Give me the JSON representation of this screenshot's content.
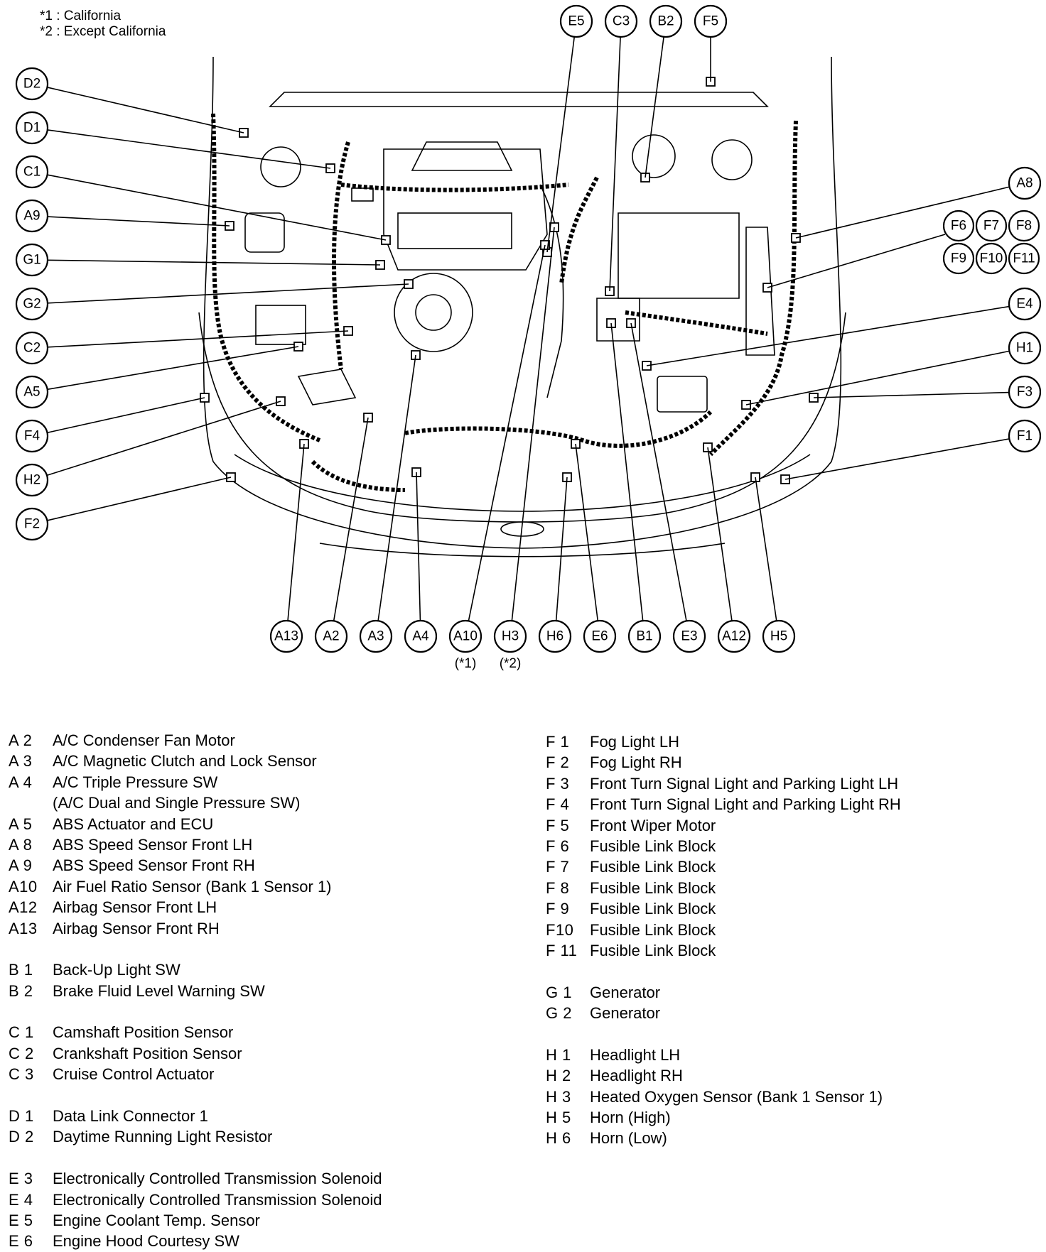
{
  "notes": [
    "*1 : California",
    "*2 : Except California"
  ],
  "left_labels": [
    "D2",
    "D1",
    "C1",
    "A9",
    "G1",
    "G2",
    "C2",
    "A5",
    "F4",
    "H2",
    "F2"
  ],
  "top_labels": [
    "E5",
    "C3",
    "B2",
    "F5"
  ],
  "right_labels": [
    "A8",
    "E4",
    "H1",
    "F3",
    "F1"
  ],
  "fuse_labels": [
    "F6",
    "F7",
    "F8",
    "F9",
    "F10",
    "F11"
  ],
  "bottom_labels": [
    "A13",
    "A2",
    "A3",
    "A4",
    "A10",
    "H3",
    "H6",
    "E6",
    "B1",
    "E3",
    "A12",
    "H5"
  ],
  "bottom_sublabels": [
    {
      "for": "A10",
      "text": "(*1)"
    },
    {
      "for": "H3",
      "text": "(*2)"
    }
  ],
  "legend_left": [
    {
      "code": "A 2",
      "name": "A/C Condenser Fan Motor"
    },
    {
      "code": "A 3",
      "name": "A/C Magnetic Clutch and Lock Sensor"
    },
    {
      "code": "A 4",
      "name": "A/C Triple Pressure SW"
    },
    {
      "code": "",
      "name": "(A/C Dual and Single Pressure SW)"
    },
    {
      "code": "A 5",
      "name": "ABS Actuator and ECU"
    },
    {
      "code": "A 8",
      "name": "ABS Speed Sensor Front LH"
    },
    {
      "code": "A 9",
      "name": "ABS Speed Sensor Front RH"
    },
    {
      "code": "A10",
      "name": "Air Fuel Ratio Sensor (Bank 1 Sensor 1)"
    },
    {
      "code": "A12",
      "name": "Airbag Sensor Front LH"
    },
    {
      "code": "A13",
      "name": "Airbag Sensor Front RH"
    },
    {
      "gap": true
    },
    {
      "code": "B 1",
      "name": "Back-Up Light SW"
    },
    {
      "code": "B 2",
      "name": "Brake Fluid Level Warning SW"
    },
    {
      "gap": true
    },
    {
      "code": "C 1",
      "name": "Camshaft Position Sensor"
    },
    {
      "code": "C 2",
      "name": "Crankshaft Position Sensor"
    },
    {
      "code": "C 3",
      "name": "Cruise Control Actuator"
    },
    {
      "gap": true
    },
    {
      "code": "D 1",
      "name": "Data Link Connector 1"
    },
    {
      "code": "D 2",
      "name": "Daytime Running Light Resistor"
    },
    {
      "gap": true
    },
    {
      "code": "E 3",
      "name": "Electronically Controlled Transmission Solenoid"
    },
    {
      "code": "E 4",
      "name": "Electronically Controlled Transmission Solenoid"
    },
    {
      "code": "E 5",
      "name": "Engine Coolant Temp. Sensor"
    },
    {
      "code": "E 6",
      "name": "Engine Hood Courtesy SW"
    }
  ],
  "legend_right": [
    {
      "code": "F 1",
      "name": "Fog Light LH"
    },
    {
      "code": "F 2",
      "name": "Fog Light RH"
    },
    {
      "code": "F 3",
      "name": "Front Turn Signal Light and Parking Light LH"
    },
    {
      "code": "F 4",
      "name": "Front Turn Signal Light and Parking Light RH"
    },
    {
      "code": "F 5",
      "name": "Front Wiper Motor"
    },
    {
      "code": "F 6",
      "name": "Fusible Link Block"
    },
    {
      "code": "F 7",
      "name": "Fusible Link Block"
    },
    {
      "code": "F 8",
      "name": "Fusible Link Block"
    },
    {
      "code": "F 9",
      "name": "Fusible Link Block"
    },
    {
      "code": "F10",
      "name": "Fusible Link Block"
    },
    {
      "code": "F 11",
      "name": "Fusible Link Block"
    },
    {
      "gap": true
    },
    {
      "code": "G 1",
      "name": "Generator"
    },
    {
      "code": "G 2",
      "name": "Generator"
    },
    {
      "gap": true
    },
    {
      "code": "H 1",
      "name": "Headlight LH"
    },
    {
      "code": "H 2",
      "name": "Headlight RH"
    },
    {
      "code": "H 3",
      "name": "Heated Oxygen Sensor (Bank 1 Sensor 1)"
    },
    {
      "code": "H 5",
      "name": "Horn (High)"
    },
    {
      "code": "H 6",
      "name": "Horn (Low)"
    }
  ]
}
